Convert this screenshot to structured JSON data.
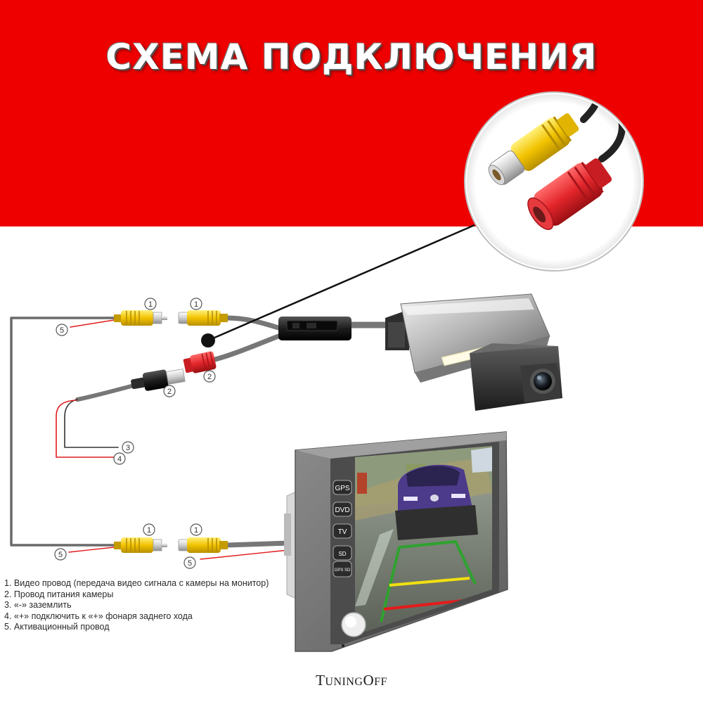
{
  "title": "СХЕМА ПОДКЛЮЧЕНИЯ",
  "callouts": [
    "1",
    "2",
    "3",
    "4",
    "5"
  ],
  "monitor_buttons": [
    "GPS",
    "DVD",
    "TV",
    "SD",
    "GPS SD"
  ],
  "legend": [
    "1. Видео провод (передача видео сигнала с камеры на монитор)",
    "2. Провод питания камеры",
    "3. «-» заземлить",
    "4. «+» подключить к «+» фонаря заднего хода",
    "5. Активационный провод"
  ],
  "brand": {
    "first": "T",
    "first_rest": "UNING",
    "second": "O",
    "second_rest": "FF"
  },
  "colors": {
    "banner_red": "#ee0000",
    "rca_yellow": "#f2c300",
    "rca_red": "#e3262b",
    "wire_gray": "#666666",
    "wire_red": "#e11b1b",
    "guide_green": "#2fa22f",
    "guide_yellow": "#f0e010",
    "guide_red": "#e31b1b"
  },
  "icons": [
    "rca-yellow-plug-icon",
    "rca-red-plug-icon",
    "dc-power-plug-icon",
    "rear-camera-icon",
    "monitor-icon"
  ]
}
